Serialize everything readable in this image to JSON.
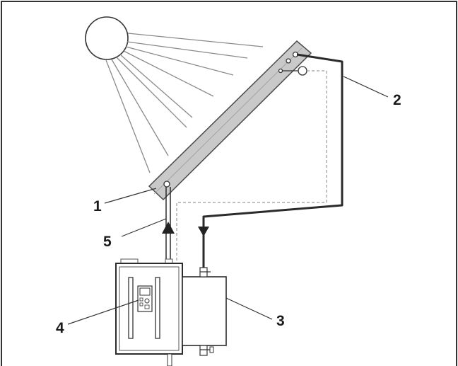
{
  "callouts": {
    "c1": "1",
    "c2": "2",
    "c3": "3",
    "c4": "4",
    "c5": "5"
  },
  "colors": {
    "line": "#2b2b2b",
    "panel_fill": "#c9c9c9",
    "panel_stroke": "#4a4a4a",
    "dashed": "#9a9a9a",
    "background": "#ffffff"
  }
}
